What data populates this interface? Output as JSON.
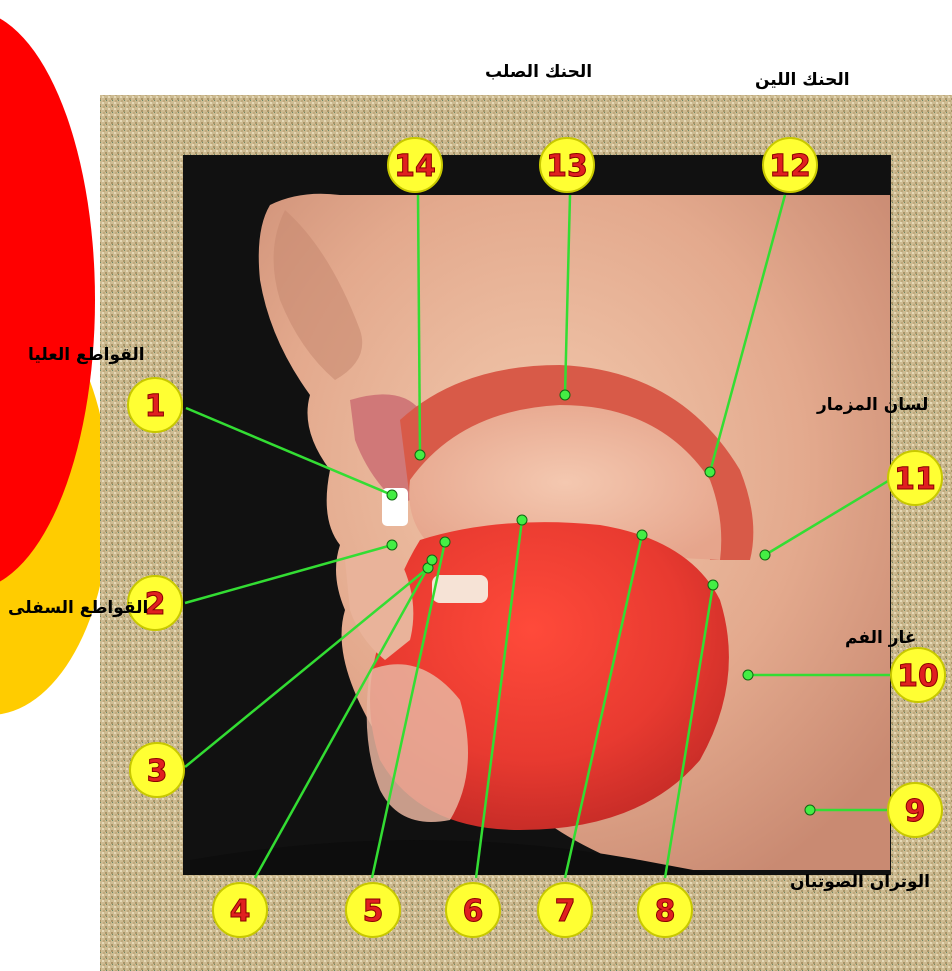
{
  "labels": {
    "hard_palate": "الحنك الصلب",
    "soft_palate": "الحنك اللين",
    "upper_incisors": "القواطع العليا",
    "lower_incisors": "القواطع السفلى",
    "epiglottis": "لسان المزمار",
    "oral_cavity": "غار الفم",
    "vocal_cords": "الوتران الصوتيان"
  },
  "markers": [
    "1",
    "2",
    "3",
    "4",
    "5",
    "6",
    "7",
    "8",
    "9",
    "10",
    "11",
    "12",
    "13",
    "14"
  ],
  "colors": {
    "marker_fill": "#ffff33",
    "marker_text": "#e02020",
    "leader_line": "#33dd33",
    "deco_red": "#ff0000",
    "deco_yellow": "#ffcc00",
    "photo_frame": "#c9b48a",
    "photo_bg": "#111111"
  }
}
